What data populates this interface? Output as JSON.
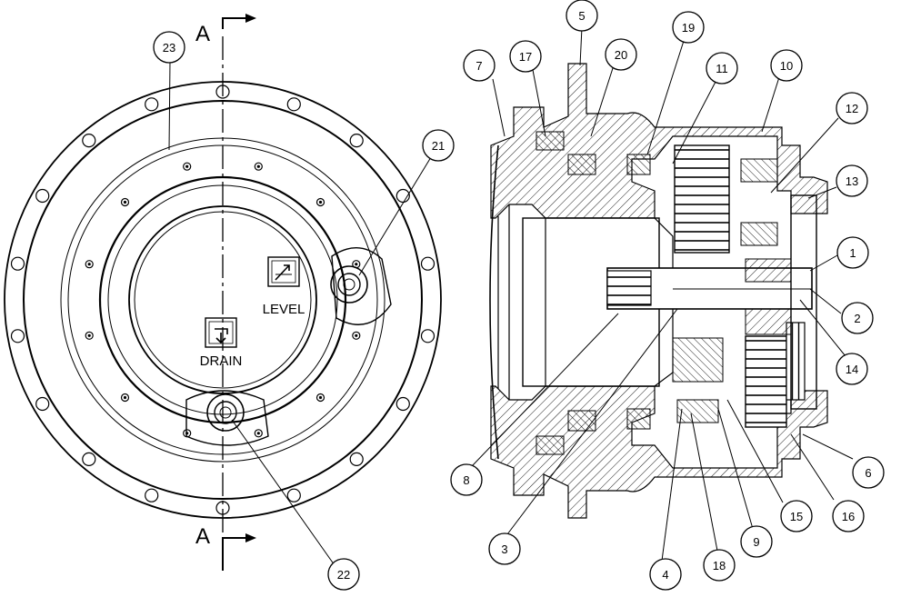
{
  "section_label": "A",
  "plug_labels": {
    "level": "LEVEL",
    "drain": "DRAIN"
  },
  "callouts": [
    "1",
    "2",
    "3",
    "4",
    "5",
    "6",
    "7",
    "8",
    "9",
    "10",
    "11",
    "12",
    "13",
    "14",
    "15",
    "16",
    "17",
    "18",
    "19",
    "20",
    "21",
    "22",
    "23"
  ],
  "icons": {
    "level": "level-indicator-icon",
    "drain": "drain-indicator-icon"
  }
}
